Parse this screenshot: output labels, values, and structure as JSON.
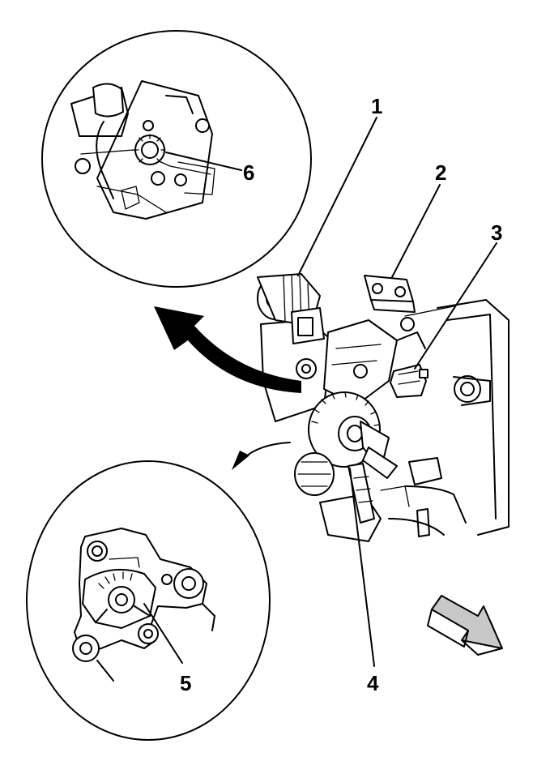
{
  "callouts": [
    {
      "id": "1",
      "label": "1"
    },
    {
      "id": "2",
      "label": "2"
    },
    {
      "id": "3",
      "label": "3"
    },
    {
      "id": "4",
      "label": "4"
    },
    {
      "id": "5",
      "label": "5"
    },
    {
      "id": "6",
      "label": "6"
    }
  ],
  "colors": {
    "ink": "#000000",
    "background": "#ffffff",
    "arrow_fill": "#c8c8c8"
  },
  "icons": [
    "view-direction-arrow-icon",
    "curved-pointer-arrow-icon"
  ]
}
